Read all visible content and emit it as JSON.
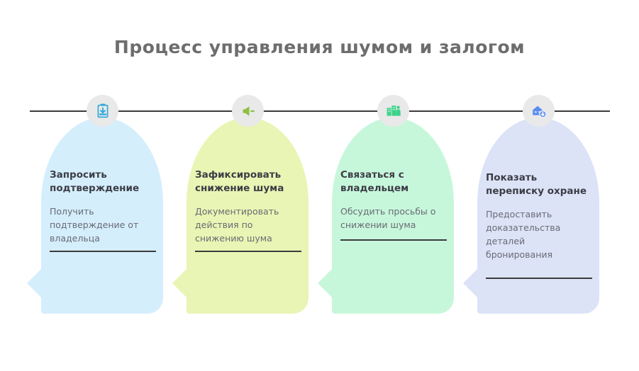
{
  "title": "Процесс управления шумом и залогом",
  "theme": {
    "background": "#ffffff",
    "title_color": "#6d6d6d",
    "rule_color": "#3b3b3b",
    "badge_background": "#e9e9e9",
    "heading_color": "#3c3c46",
    "body_color": "#6a6a74"
  },
  "timeline": {
    "rule_visible": true,
    "step_count": 4
  },
  "steps": [
    {
      "index": "1",
      "heading": "Запросить подтверждение",
      "body": "Получить подтверждение от владельца",
      "card_color": "#d4eefc",
      "icon_name": "clipboard-download-icon",
      "icon_color": "#35aada"
    },
    {
      "index": "2",
      "heading": "Зафиксировать снижение шума",
      "body": "Документировать действия по снижению шума",
      "card_color": "#e8f5b4",
      "icon_name": "volume-down-icon",
      "icon_color": "#8cc040"
    },
    {
      "index": "3",
      "heading": "Связаться с владельцем",
      "body": "Обсудить просьбы о снижении шума",
      "card_color": "#c7f7db",
      "icon_name": "building-owner-icon",
      "icon_color": "#3ed28b"
    },
    {
      "index": "4",
      "heading": "Показать переписку охране",
      "body": "Предоставить доказательства деталей бронирования",
      "card_color": "#dce3f7",
      "icon_name": "house-download-icon",
      "icon_color": "#5b8def"
    }
  ]
}
